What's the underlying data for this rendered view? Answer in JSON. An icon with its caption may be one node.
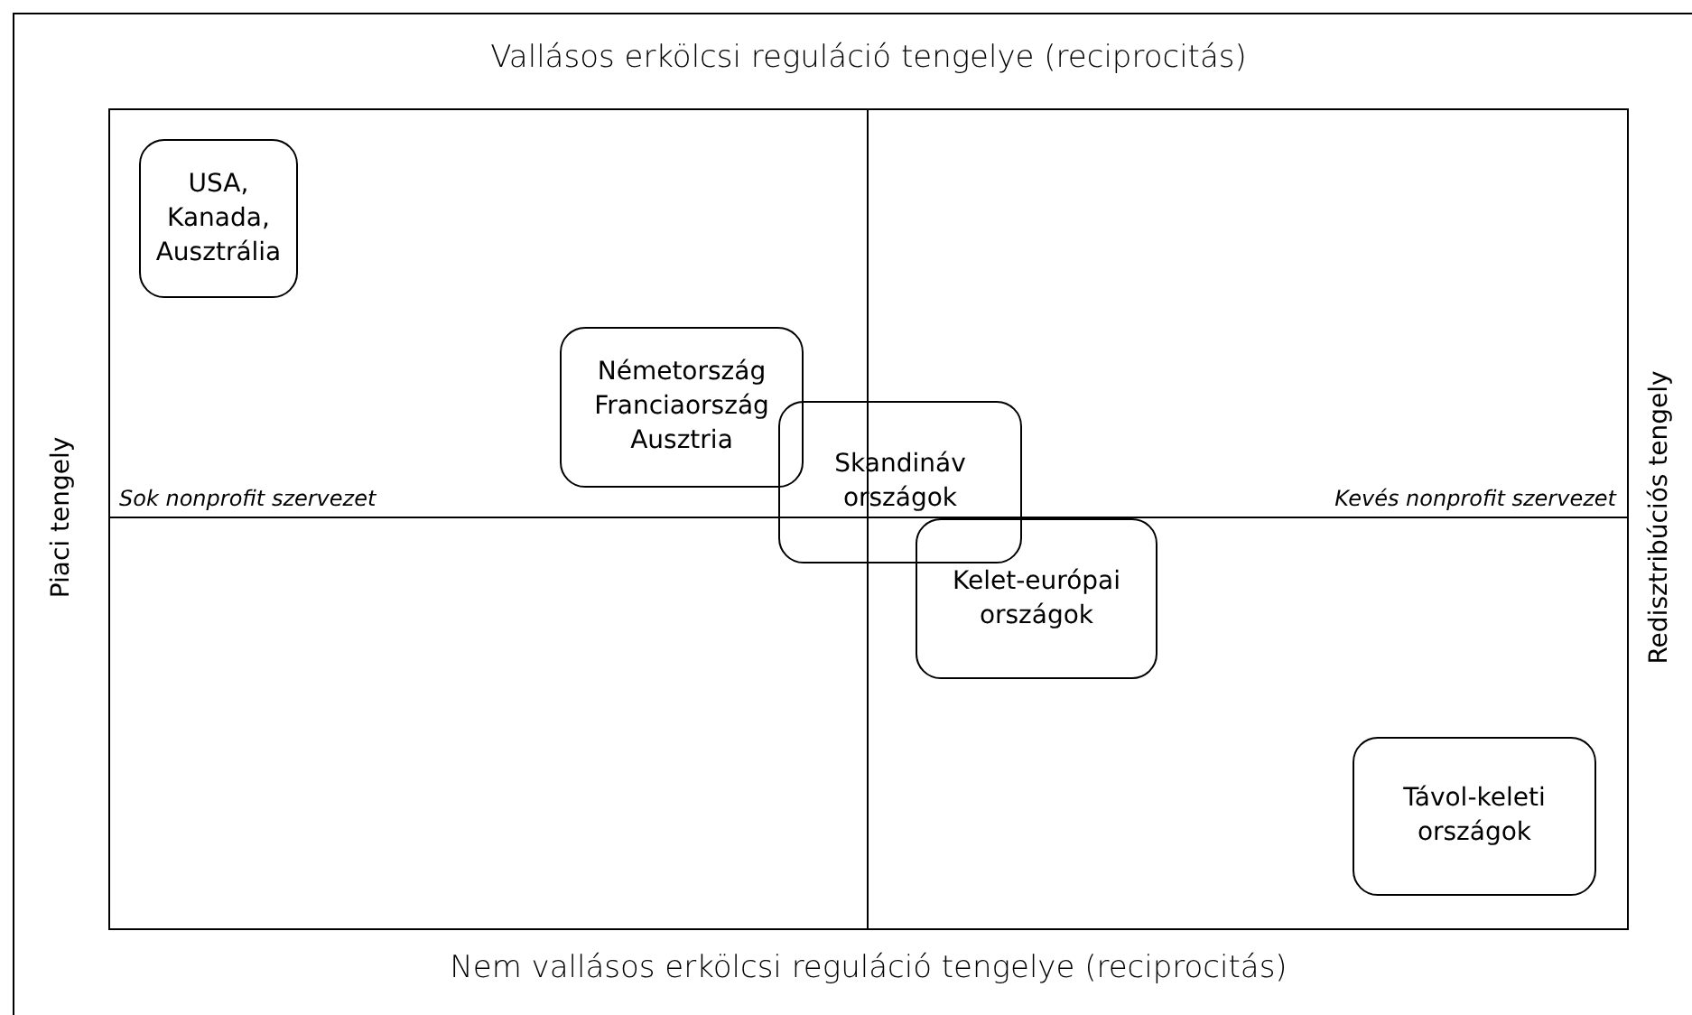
{
  "diagram": {
    "nodes": [
      {
        "text": [
          "USA, Kanada, Ausztrália"
        ]
      },
      {
        "text": [
          "Németország Franciaország Ausztria"
        ]
      },
      {
        "text": [
          "Skandináv országok"
        ]
      },
      {
        "text": [
          "Kelet-európai országok"
        ]
      },
      {
        "text": [
          "Távol-keleti országok"
        ]
      }
    ],
    "labels": [
      "Vallásos erkölcsi reguláció tengelye (reciprocitás)",
      "Piaci tengely",
      "Redisztribúciós tengely",
      "Sok nonprofit szervezet",
      "Kevés nonprofit szervezet",
      "Nem vallásos erkölcsi reguláció tengelye (reciprocitás)"
    ]
  }
}
